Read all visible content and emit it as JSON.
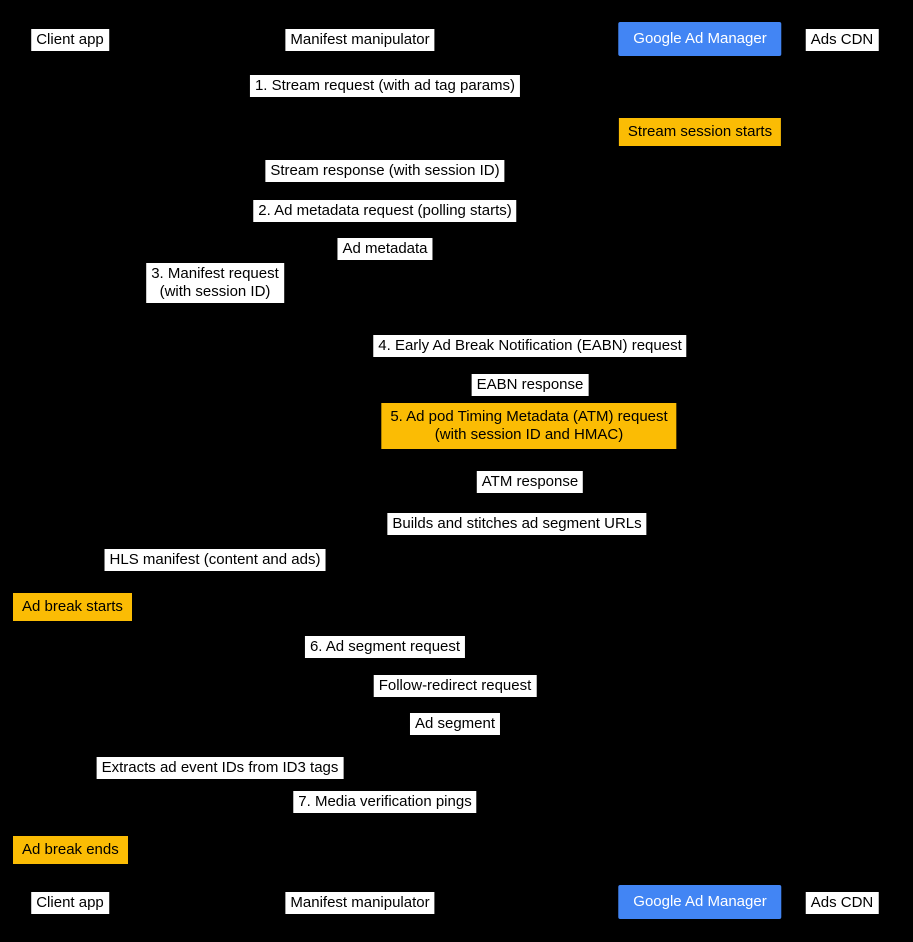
{
  "colors": {
    "background": "#000000",
    "white_box_bg": "#ffffff",
    "white_box_text": "#000000",
    "yellow_box_bg": "#fbbc04",
    "yellow_box_text": "#000000",
    "blue_box_bg": "#4285f4",
    "blue_box_text": "#ffffff"
  },
  "actors": {
    "client_app": "Client app",
    "manifest_manipulator": "Manifest manipulator",
    "google_ad_manager": "Google Ad Manager",
    "ads_cdn": "Ads CDN"
  },
  "messages": [
    {
      "line1": "1. Stream request (with ad tag params)"
    },
    {
      "line1": "Stream session starts"
    },
    {
      "line1": "Stream response (with session ID)"
    },
    {
      "line1": "2. Ad metadata request (polling starts)"
    },
    {
      "line1": "Ad metadata"
    },
    {
      "line1": "3. Manifest request",
      "line2": "(with session ID)"
    },
    {
      "line1": "4. Early Ad Break Notification (EABN) request"
    },
    {
      "line1": "EABN response"
    },
    {
      "line1": "5. Ad pod Timing Metadata (ATM) request",
      "line2": "(with session ID and HMAC)"
    },
    {
      "line1": "ATM response"
    },
    {
      "line1": "Builds and stitches ad segment URLs"
    },
    {
      "line1": "HLS manifest (content and ads)"
    },
    {
      "line1": "Ad break starts"
    },
    {
      "line1": "6. Ad segment request"
    },
    {
      "line1": "Follow-redirect request"
    },
    {
      "line1": "Ad segment"
    },
    {
      "line1": "Extracts ad event IDs from ID3 tags"
    },
    {
      "line1": "7. Media verification pings"
    },
    {
      "line1": "Ad break ends"
    }
  ]
}
